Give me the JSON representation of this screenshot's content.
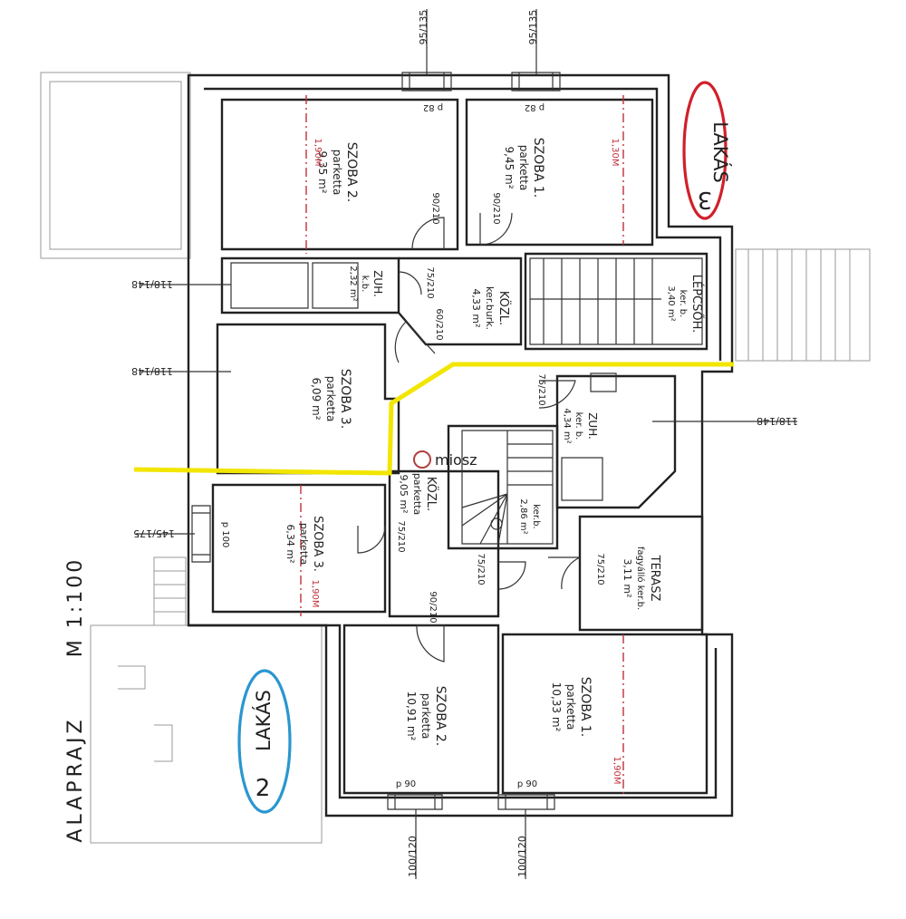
{
  "title": "ALAPRAJZ",
  "scale": "M 1:100",
  "units": [
    {
      "label": "LAKÁS",
      "number": "3",
      "color": "#d0202a"
    },
    {
      "label": "LAKÁS",
      "number": "2",
      "color": "#2a96d0"
    }
  ],
  "divider_color": "#f2e600",
  "watermark": "miosz",
  "rooms": {
    "szoba2_top": {
      "name": "SZOBA 2.",
      "floor": "parketta",
      "area": "9,35 m²"
    },
    "szoba1_top": {
      "name": "SZOBA 1.",
      "floor": "parketta",
      "area": "9,45 m²"
    },
    "zuh_top": {
      "name": "ZUH.",
      "floor": "k.b.",
      "area": "2,32 m²"
    },
    "kozl_top": {
      "name": "KÖZL.",
      "floor": "ker.burk.",
      "area": "4,33 m²"
    },
    "lepcsoh": {
      "name": "LÉPCSŐH.",
      "floor": "ker. b.",
      "area": "3,40 m²"
    },
    "szoba3_top": {
      "name": "SZOBA 3.",
      "floor": "parketta",
      "area": "6,09 m²"
    },
    "zuh_bottom": {
      "name": "ZUH.",
      "floor": "ker. b.",
      "area": "4,34 m²"
    },
    "kozl_bottom": {
      "name": "KÖZL.",
      "floor": "parketta",
      "area": "9,05 m²"
    },
    "stair_bottom": {
      "name": "ker.b.",
      "area": "2,86 m²"
    },
    "szoba3_bottom": {
      "name": "SZOBA 3.",
      "floor": "parketta",
      "area": "6,34 m²"
    },
    "terasz": {
      "name": "TERASZ",
      "floor": "fagyálló ker.b.",
      "area": "3,11 m²"
    },
    "szoba2_bottom": {
      "name": "SZOBA 2.",
      "floor": "parketta",
      "area": "10,91 m²"
    },
    "szoba1_bottom": {
      "name": "SZOBA 1.",
      "floor": "parketta",
      "area": "10,33 m²"
    }
  },
  "dims": {
    "top_win_a": "95/135",
    "top_win_b": "95/135",
    "bottom_win_a": "100/120",
    "bottom_win_b": "100/120",
    "win_left_top": "118/148",
    "win_left_mid": "118/148",
    "win_right": "118/148",
    "win_left_bottom": "145/175",
    "door_a": "90/210",
    "door_b": "90/210",
    "door_c": "75/210",
    "door_d": "60/210",
    "door_e": "75/210",
    "door_f": "90/210",
    "door_g": "75/210",
    "door_h": "75/210",
    "door_i": "75/210",
    "height_a": "1,90M",
    "height_b": "1,30M",
    "height_c": "1,90M",
    "height_d": "1,90M",
    "pr_top_a": "p 82",
    "pr_top_b": "p 82",
    "pr_bot_a": "p 90",
    "pr_bot_b": "p 90",
    "pr_left": "p 100"
  }
}
